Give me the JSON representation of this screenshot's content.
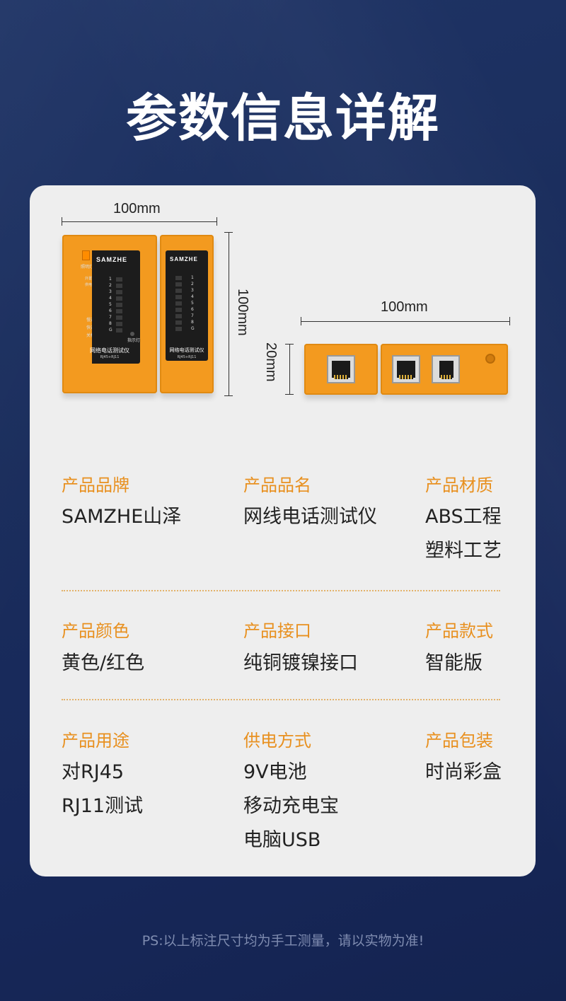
{
  "title": "参数信息详解",
  "dimensions": {
    "front_width": "100mm",
    "front_height": "100mm",
    "side_width": "100mm",
    "side_height": "20mm"
  },
  "device": {
    "brand": "SAMZHE",
    "name": "网络电话测试仪",
    "sub": "RJ45+RJ11",
    "pins": [
      "1",
      "2",
      "3",
      "4",
      "5",
      "6",
      "7",
      "8",
      "G"
    ],
    "labels": {
      "power_light": "照明灯",
      "power": "外置供电",
      "slow": "慢速",
      "fast": "快速",
      "off": "关机",
      "indicator": "指示灯"
    }
  },
  "specs": [
    {
      "label": "产品品牌",
      "values": [
        "SAMZHE山泽"
      ]
    },
    {
      "label": "产品品名",
      "values": [
        "网线电话测试仪"
      ]
    },
    {
      "label": "产品材质",
      "values": [
        "ABS工程",
        "塑料工艺"
      ]
    },
    {
      "label": "产品颜色",
      "values": [
        "黄色/红色"
      ]
    },
    {
      "label": "产品接口",
      "values": [
        "纯铜镀镍接口"
      ]
    },
    {
      "label": "产品款式",
      "values": [
        "智能版"
      ]
    },
    {
      "label": "产品用途",
      "values": [
        "对RJ45",
        "RJ11测试"
      ]
    },
    {
      "label": "供电方式",
      "values": [
        "9V电池",
        "移动充电宝",
        "电脑USB"
      ]
    },
    {
      "label": "产品包装",
      "values": [
        "时尚彩盒"
      ]
    }
  ],
  "footnote": "PS:以上标注尺寸均为手工测量，请以实物为准!",
  "colors": {
    "accent": "#e8901f",
    "device": "#f39a1f",
    "background": "#1a2d5c",
    "card": "#eeeeee"
  }
}
